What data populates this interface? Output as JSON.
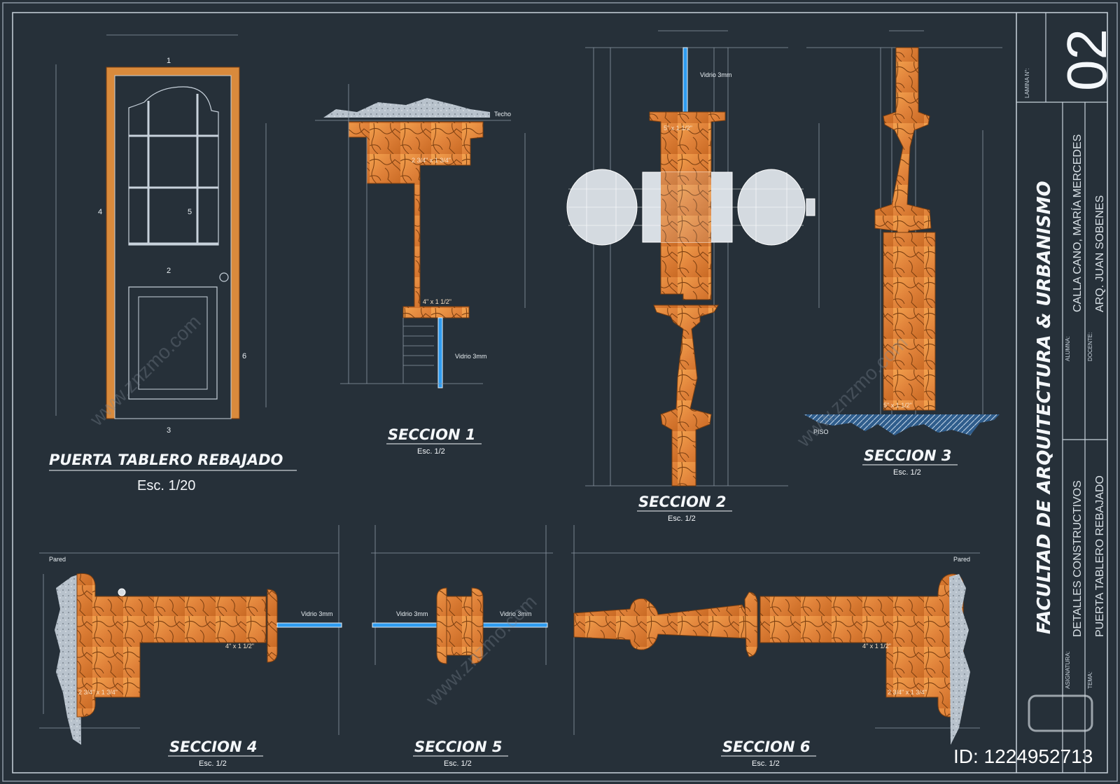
{
  "drawings": {
    "door": {
      "title": "PUERTA TABLERO REBAJADO",
      "scale": "Esc. 1/20",
      "markers": [
        "1",
        "2",
        "3",
        "4",
        "5",
        "6"
      ]
    },
    "s1": {
      "title": "SECCION 1",
      "scale": "Esc. 1/2",
      "label_techo": "Techo",
      "label_glass": "Vidrio 3mm",
      "label_member_a": "2 3/4\" x 1 3/4\"",
      "label_member_b": "4\" x 1 1/2\""
    },
    "s2": {
      "title": "SECCION 2",
      "scale": "Esc. 1/2",
      "label_glass": "Vidrio 3mm",
      "label_member": "5\" x 1 1/2\""
    },
    "s3": {
      "title": "SECCION 3",
      "scale": "Esc. 1/2",
      "label_floor": "PISO",
      "label_member": "5\" x 1 1/2\""
    },
    "s4": {
      "title": "SECCION 4",
      "scale": "Esc. 1/2",
      "label_wall": "Pared",
      "label_glass": "Vidrio 3mm",
      "label_member_a": "4\" x 1 1/2\"",
      "label_member_b": "2 3/4\" x 1 3/4\""
    },
    "s5": {
      "title": "SECCION 5",
      "scale": "Esc. 1/2",
      "label_glass_left": "Vidrio 3mm",
      "label_glass_right": "Vidrio 3mm"
    },
    "s6": {
      "title": "SECCION 6",
      "scale": "Esc. 1/2",
      "label_wall": "Pared",
      "label_member_a": "4\" x 1 1/2\"",
      "label_member_b": "2 3/4\" x 1 3/4\""
    }
  },
  "title_block": {
    "sheet_label": "LAMINA N°:",
    "sheet_number": "02",
    "faculty": "FACULTAD DE ARQUITECTURA & URBANISMO",
    "student_label": "ALUMNA:",
    "student": "CALLA CANO, MARÍA MERCEDES",
    "teacher_label": "DOCENTE:",
    "teacher": "ARQ. JUAN SOBENES",
    "subject_label": "ASIGNATURA:",
    "subject": "DETALLES CONSTRUCTIVOS",
    "topic_label": "TEMA:",
    "topic": "PUERTA TABLERO REBAJADO"
  },
  "watermark": {
    "id": "ID: 1224952713",
    "site": "www.znzmo.com"
  },
  "colors": {
    "background": "#263039",
    "wood": "#e38a3a",
    "wood_dark": "#8a4a14",
    "glass": "#2f9cf0",
    "line": "#c8d2dc",
    "frame": "#d98a3c"
  }
}
